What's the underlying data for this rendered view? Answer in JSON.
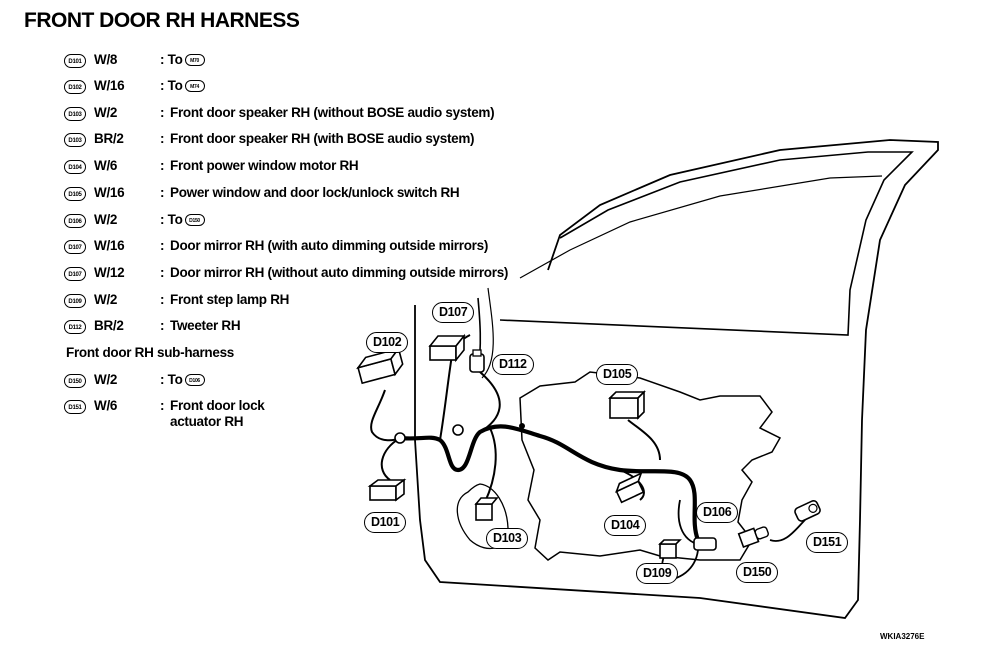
{
  "title": "FRONT DOOR RH HARNESS",
  "connectors": [
    {
      "badge": "D101",
      "wire": "W/8",
      "prefix": ": To",
      "desc": "",
      "ref": "M70"
    },
    {
      "badge": "D102",
      "wire": "W/16",
      "prefix": ": To",
      "desc": "",
      "ref": "M74"
    },
    {
      "badge": "D103",
      "wire": "W/2",
      "prefix": ":",
      "desc": "Front door speaker RH (without BOSE audio system)",
      "ref": ""
    },
    {
      "badge": "D103",
      "wire": "BR/2",
      "prefix": ":",
      "desc": "Front door speaker RH (with BOSE audio system)",
      "ref": ""
    },
    {
      "badge": "D104",
      "wire": "W/6",
      "prefix": ":",
      "desc": "Front power window motor RH",
      "ref": ""
    },
    {
      "badge": "D105",
      "wire": "W/16",
      "prefix": ":",
      "desc": "Power window and door lock/unlock switch RH",
      "ref": ""
    },
    {
      "badge": "D106",
      "wire": "W/2",
      "prefix": ": To",
      "desc": "",
      "ref": "D150"
    },
    {
      "badge": "D107",
      "wire": "W/16",
      "prefix": ":",
      "desc": "Door mirror RH (with auto dimming outside mirrors)",
      "ref": ""
    },
    {
      "badge": "D107",
      "wire": "W/12",
      "prefix": ":",
      "desc": "Door mirror RH (without auto dimming outside mirrors)",
      "ref": ""
    },
    {
      "badge": "D109",
      "wire": "W/2",
      "prefix": ":",
      "desc": "Front step lamp RH",
      "ref": ""
    },
    {
      "badge": "D112",
      "wire": "BR/2",
      "prefix": ":",
      "desc": "Tweeter RH",
      "ref": ""
    }
  ],
  "subharness_title": "Front door RH sub-harness",
  "sub_connectors": [
    {
      "badge": "D150",
      "wire": "W/2",
      "prefix": ": To",
      "desc": "",
      "desc2": "",
      "ref": "D106"
    },
    {
      "badge": "D151",
      "wire": "W/6",
      "prefix": ":",
      "desc": "Front door lock",
      "desc2": "actuator RH",
      "ref": ""
    }
  ],
  "diagram_labels": {
    "d101": "D101",
    "d102": "D102",
    "d103": "D103",
    "d104": "D104",
    "d105": "D105",
    "d106": "D106",
    "d107": "D107",
    "d109": "D109",
    "d112": "D112",
    "d150": "D150",
    "d151": "D151"
  },
  "footer_code": "WKIA3276E"
}
